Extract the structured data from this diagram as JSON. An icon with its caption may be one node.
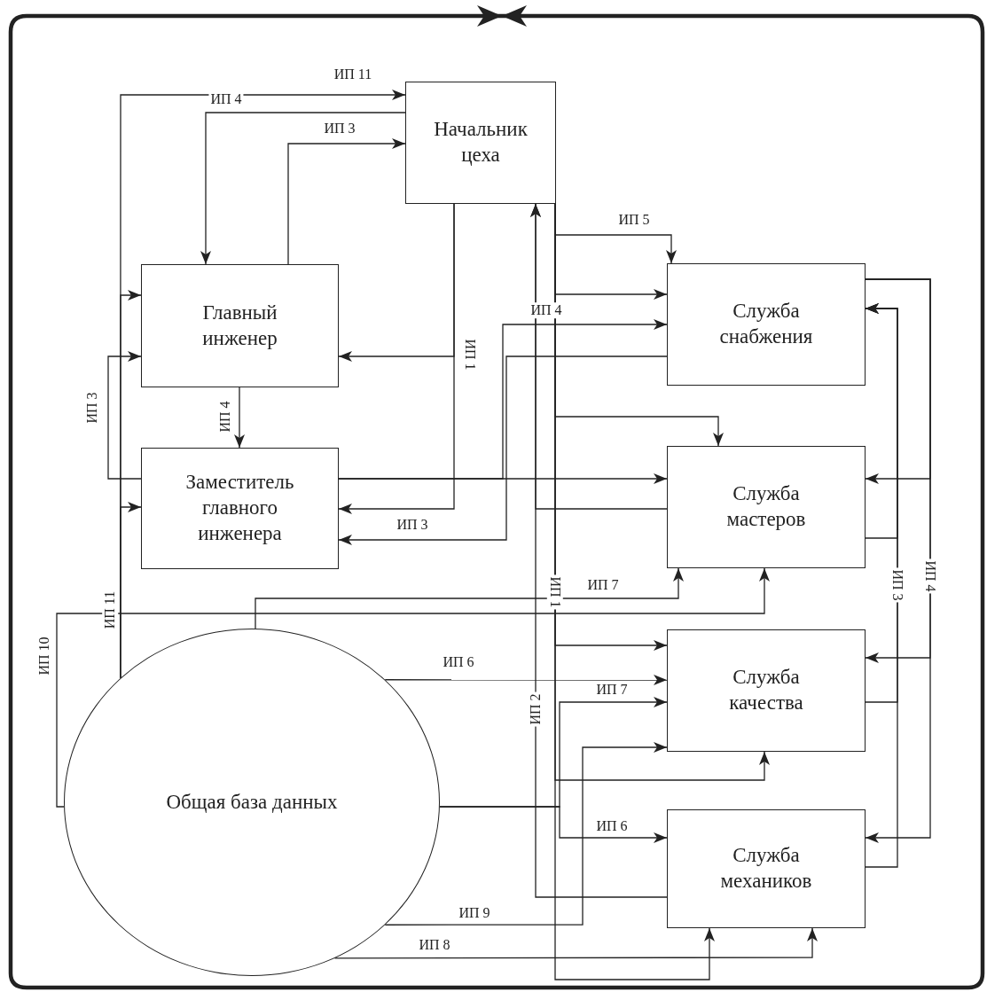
{
  "diagram": {
    "nodes": [
      {
        "text": [
          "Начальник цеха"
        ]
      },
      {
        "text": [
          "Главный инженер"
        ]
      },
      {
        "text": [
          "Заместитель главного инженера"
        ]
      },
      {
        "text": [
          "Служба снабжения"
        ]
      },
      {
        "text": [
          "Служба мастеров"
        ]
      },
      {
        "text": [
          "Служба качества"
        ]
      },
      {
        "text": [
          "Служба механиков"
        ]
      },
      {
        "text": [
          "Общая база данных"
        ]
      }
    ],
    "edges": [
      {
        "from": 7,
        "to": 0,
        "arrow": "to",
        "label": "ИП 11"
      },
      {
        "from": 7,
        "to": 1,
        "arrow": "to"
      },
      {
        "from": 7,
        "to": 2,
        "arrow": "to",
        "label": "ИП 11"
      },
      {
        "from": 0,
        "to": 1,
        "arrow": "to",
        "label": "ИП 4"
      },
      {
        "from": 1,
        "to": 0,
        "arrow": "to",
        "label": "ИП 3"
      },
      {
        "from": 1,
        "to": 2,
        "arrow": "to",
        "label": "ИП 4"
      },
      {
        "from": 2,
        "to": 1,
        "arrow": "to",
        "label": "ИП 3"
      },
      {
        "from": 0,
        "to": 1,
        "arrow": "to",
        "label": "ИП 1"
      },
      {
        "from": 0,
        "to": 2,
        "arrow": "to"
      },
      {
        "from": 2,
        "to": 3,
        "arrow": "to",
        "label": "ИП 4"
      },
      {
        "from": 3,
        "to": 2,
        "arrow": "to",
        "label": "ИП 3"
      },
      {
        "from": 2,
        "to": 4,
        "arrow": "to"
      },
      {
        "from": 0,
        "to": 3,
        "arrow": "to",
        "label": "ИП 5"
      },
      {
        "from": 0,
        "to": 3,
        "arrow": "to"
      },
      {
        "from": 0,
        "to": 4,
        "arrow": "to"
      },
      {
        "from": 0,
        "to": 5,
        "arrow": "to",
        "label": "ИП 1"
      },
      {
        "from": 0,
        "to": 6,
        "arrow": "to"
      },
      {
        "from": 4,
        "to": 0,
        "arrow": "to"
      },
      {
        "from": 6,
        "to": 0,
        "arrow": "to",
        "label": "ИП 2"
      },
      {
        "from": 7,
        "to": 4,
        "arrow": "to",
        "label": "ИП 7"
      },
      {
        "from": 7,
        "to": 4,
        "arrow": "to",
        "label": "ИП 10"
      },
      {
        "from": 7,
        "to": 5,
        "arrow": "to",
        "label": "ИП 6"
      },
      {
        "from": 7,
        "to": 5,
        "arrow": "to",
        "label": "ИП 7"
      },
      {
        "from": 7,
        "to": 5,
        "arrow": "to",
        "label": "ИП 9"
      },
      {
        "from": 7,
        "to": 6,
        "arrow": "to",
        "label": "ИП 8"
      },
      {
        "from": 7,
        "to": 6,
        "arrow": "to",
        "label": "ИП 6"
      },
      {
        "from": 3,
        "to": 4,
        "arrow": "to"
      },
      {
        "from": 3,
        "to": 5,
        "arrow": "to",
        "label": "ИП 4"
      },
      {
        "from": 3,
        "to": 6,
        "arrow": "to"
      },
      {
        "from": 4,
        "to": 3,
        "arrow": "to"
      },
      {
        "from": 5,
        "to": 3,
        "arrow": "to",
        "label": "ИП 3"
      },
      {
        "from": 6,
        "to": 3,
        "arrow": "to"
      },
      {
        "from": 0,
        "to": 5,
        "arrow": "to"
      }
    ]
  }
}
